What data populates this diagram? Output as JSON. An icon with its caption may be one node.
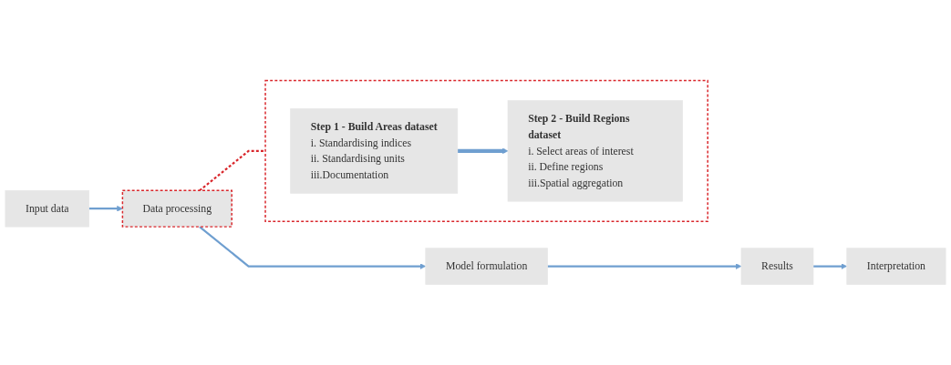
{
  "diagram": {
    "nodes": [
      {
        "text": [
          "Input data"
        ]
      },
      {
        "text": [
          "Data processing"
        ]
      },
      {
        "text": [
          "Model formulation"
        ]
      },
      {
        "text": [
          "Results"
        ]
      },
      {
        "text": [
          "Interpretation"
        ]
      },
      {
        "text": [],
        "shape": "box"
      },
      {
        "text": [
          "Step 1 - Build Areas dataset",
          "i. Standardising indices",
          "ii. Standardising units",
          "iii.Documentation"
        ],
        "in": 5
      },
      {
        "text": [
          "Step 2 - Build Regions dataset",
          "i. Select areas of interest",
          "ii. Define regions",
          "iii.Spatial aggregation"
        ],
        "in": 5
      }
    ],
    "edges": [
      {
        "from": 0,
        "to": 1,
        "arrow": "to"
      },
      {
        "from": 1,
        "to": 2,
        "arrow": "to"
      },
      {
        "from": 2,
        "to": 3,
        "arrow": "to"
      },
      {
        "from": 3,
        "to": 4,
        "arrow": "to"
      },
      {
        "from": 1,
        "to": 5,
        "arrow": "none",
        "style": "dashed",
        "color": "#d9262b"
      },
      {
        "from": 6,
        "to": 7,
        "arrow": "to",
        "style": "thick"
      }
    ]
  }
}
